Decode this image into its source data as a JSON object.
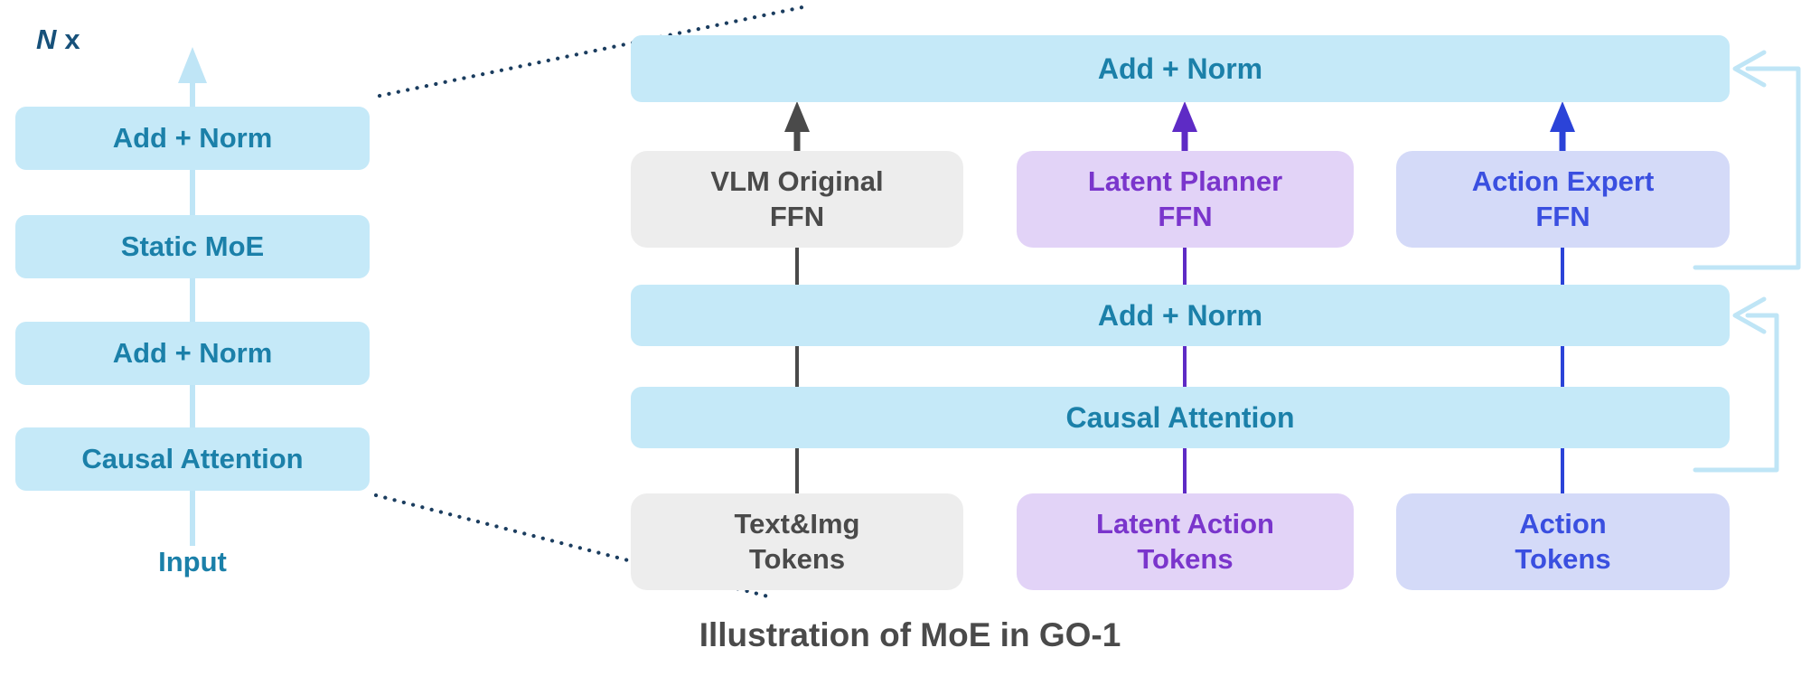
{
  "colors": {
    "light_blue_box": "#C5E9F8",
    "teal_text": "#1B80A9",
    "dark_navy": "#17517A",
    "gray_box": "#EDEDED",
    "gray_text": "#4A4A4A",
    "purple_box": "#E2D3F7",
    "purple_text": "#7A35CC",
    "blue_box": "#D4DAF8",
    "blue_text": "#3A4FE0",
    "gray_arrow": "#4A4A4A",
    "purple_arrow": "#5E2BC5",
    "blue_arrow": "#2B43D8",
    "light_blue_arrow": "#BFE5F6",
    "dotted_line": "#1B3D5F",
    "caption_text": "#4A4A4A"
  },
  "left_stack": {
    "repeat_n": "N",
    "repeat_x": "x",
    "blocks": [
      {
        "label": "Add + Norm"
      },
      {
        "label": "Static MoE"
      },
      {
        "label": "Add + Norm"
      },
      {
        "label": "Causal Attention"
      }
    ],
    "input_label": "Input"
  },
  "right_panel": {
    "add_norm_top": "Add + Norm",
    "add_norm_mid": "Add + Norm",
    "causal_attention": "Causal Attention",
    "ffn_blocks": [
      {
        "line1": "VLM Original",
        "line2": "FFN"
      },
      {
        "line1": "Latent Planner",
        "line2": "FFN"
      },
      {
        "line1": "Action Expert",
        "line2": "FFN"
      }
    ],
    "token_blocks": [
      {
        "line1": "Text&Img",
        "line2": "Tokens"
      },
      {
        "line1": "Latent Action",
        "line2": "Tokens"
      },
      {
        "line1": "Action",
        "line2": "Tokens"
      }
    ]
  },
  "caption": "Illustration of MoE in GO-1"
}
